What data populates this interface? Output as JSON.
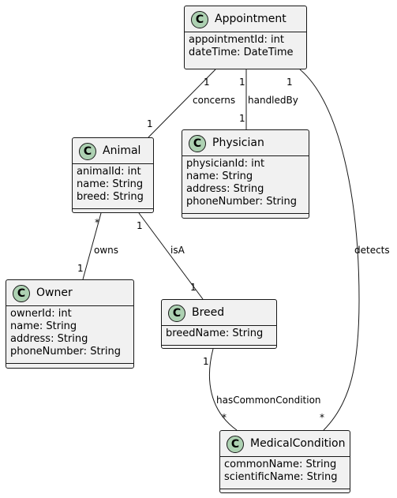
{
  "classes": {
    "appointment": {
      "name": "Appointment",
      "icon": "C",
      "attributes": [
        "appointmentId: int",
        "dateTime: DateTime"
      ]
    },
    "animal": {
      "name": "Animal",
      "icon": "C",
      "attributes": [
        "animalId: int",
        "name: String",
        "breed: String"
      ]
    },
    "physician": {
      "name": "Physician",
      "icon": "C",
      "attributes": [
        "physicianId: int",
        "name: String",
        "address: String",
        "phoneNumber: String"
      ]
    },
    "owner": {
      "name": "Owner",
      "icon": "C",
      "attributes": [
        "ownerId: int",
        "name: String",
        "address: String",
        "phoneNumber: String"
      ]
    },
    "breed": {
      "name": "Breed",
      "icon": "C",
      "attributes": [
        "breedName: String"
      ]
    },
    "medical_condition": {
      "name": "MedicalCondition",
      "icon": "C",
      "attributes": [
        "commonName: String",
        "scientificName: String"
      ]
    }
  },
  "relations": {
    "concerns": {
      "label": "concerns",
      "from_mult": "1",
      "to_mult": "1"
    },
    "handled_by": {
      "label": "handledBy",
      "from_mult": "1",
      "to_mult": "1"
    },
    "detects": {
      "label": "detects",
      "from_mult": "1",
      "to_mult": "*"
    },
    "owns": {
      "label": "owns",
      "from_mult": "*",
      "to_mult": "1"
    },
    "is_a": {
      "label": "isA",
      "from_mult": "1",
      "to_mult": "1"
    },
    "has_common_condition": {
      "label": "hasCommonCondition",
      "from_mult": "1",
      "to_mult": "*"
    }
  },
  "colors": {
    "class_fill": "#f1f1f1",
    "class_icon": "#add1b2",
    "line": "#181818"
  }
}
